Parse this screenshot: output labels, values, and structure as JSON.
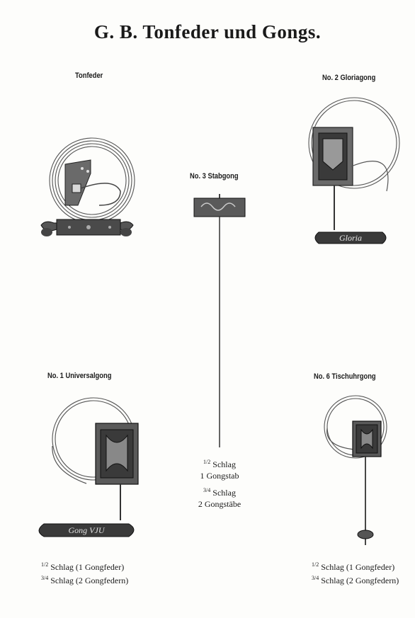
{
  "title": "G. B. Tonfeder und Gongs.",
  "items": {
    "tonfeder": {
      "label": "Tonfeder"
    },
    "gloriagong": {
      "label": "No. 2 Gloriagong",
      "plate_text": "Gloria"
    },
    "stabgong": {
      "label": "No. 3 Stabgong",
      "captions": [
        {
          "frac": "1/2",
          "text": "Schlag"
        },
        {
          "frac": "",
          "text": "1 Gongstab"
        },
        {
          "frac": "3/4",
          "text": "Schlag"
        },
        {
          "frac": "",
          "text": "2 Gongstäbe"
        }
      ]
    },
    "universalgong": {
      "label": "No. 1 Universalgong",
      "plate_text": "Gong VJU",
      "captions": [
        {
          "frac": "1/2",
          "text": "Schlag (1 Gongfeder)"
        },
        {
          "frac": "3/4",
          "text": "Schlag (2 Gongfedern)"
        }
      ]
    },
    "tischuhrgong": {
      "label": "No. 6 Tischuhrgong",
      "captions": [
        {
          "frac": "1/2",
          "text": "Schlag (1 Gongfeder)"
        },
        {
          "frac": "3/4",
          "text": "Schlag (2 Gongfedern)"
        }
      ]
    }
  }
}
